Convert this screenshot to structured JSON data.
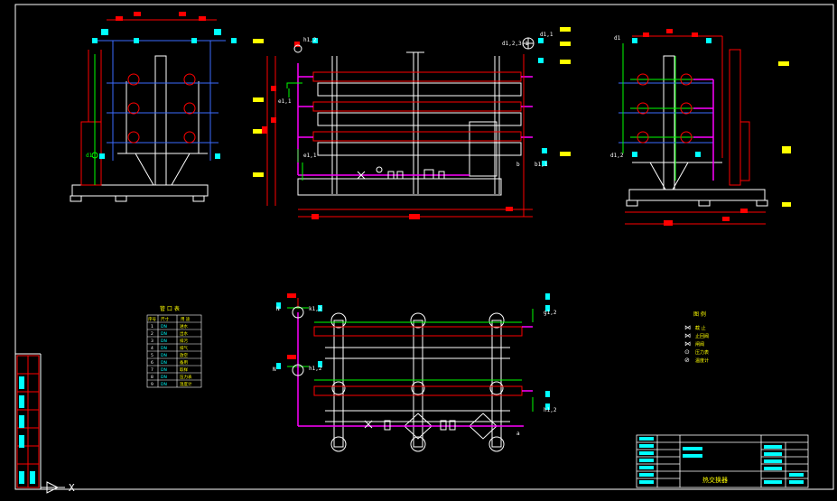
{
  "window": {
    "background": "#000000"
  },
  "colors": {
    "frame": "#ffffff",
    "pipe": "#ff00ff",
    "green": "#00ff00",
    "red": "#ff0000",
    "blue": "#3b6bff",
    "cyan": "#00ffff",
    "yellow": "#ffff00"
  },
  "labels": {
    "top_left_size": "d1",
    "center_top_left": "h1,2",
    "center_top_right": "d1,2,3,1",
    "center_right_top": "d1,1",
    "center_right_bottom": "b1,1",
    "center_left_bottom": "e1,1",
    "center_left_mid": "e1,1",
    "plan_top_left": "k1,2",
    "plan_mid_left": "h1,2",
    "plan_right_top": "g1,2",
    "plan_right_bottom": "h1,2",
    "plan_bottom_right": "a",
    "right_top_left": "d1",
    "right_left_low": "d1,2",
    "center_right_b": "b",
    "plan_far_left_n": "N",
    "plan_far_left_n2": "N",
    "ucs_x": "X"
  },
  "nozzle_table": {
    "title": "管 口 表",
    "headers": [
      "序号",
      "尺寸",
      "用 途"
    ],
    "rows": [
      [
        "1",
        "DN",
        "进水"
      ],
      [
        "2",
        "DN",
        "出水"
      ],
      [
        "3",
        "DN",
        "排污"
      ],
      [
        "4",
        "DN",
        "排气"
      ],
      [
        "5",
        "DN",
        "放空"
      ],
      [
        "6",
        "DN",
        "备用"
      ],
      [
        "7",
        "DN",
        "取样"
      ],
      [
        "8",
        "DN",
        "压力表"
      ],
      [
        "9",
        "DN",
        "温度计"
      ]
    ]
  },
  "legend": {
    "title": "图 例",
    "items": [
      {
        "symbol": "⋈",
        "text": "截 止"
      },
      {
        "symbol": "⋈",
        "text": "止回阀"
      },
      {
        "symbol": "⋈",
        "text": "闸阀"
      },
      {
        "symbol": "⊙",
        "text": "压力表"
      },
      {
        "symbol": "⊘",
        "text": "温度计"
      }
    ]
  },
  "title_block": {
    "drawing_name": "热交换器"
  }
}
